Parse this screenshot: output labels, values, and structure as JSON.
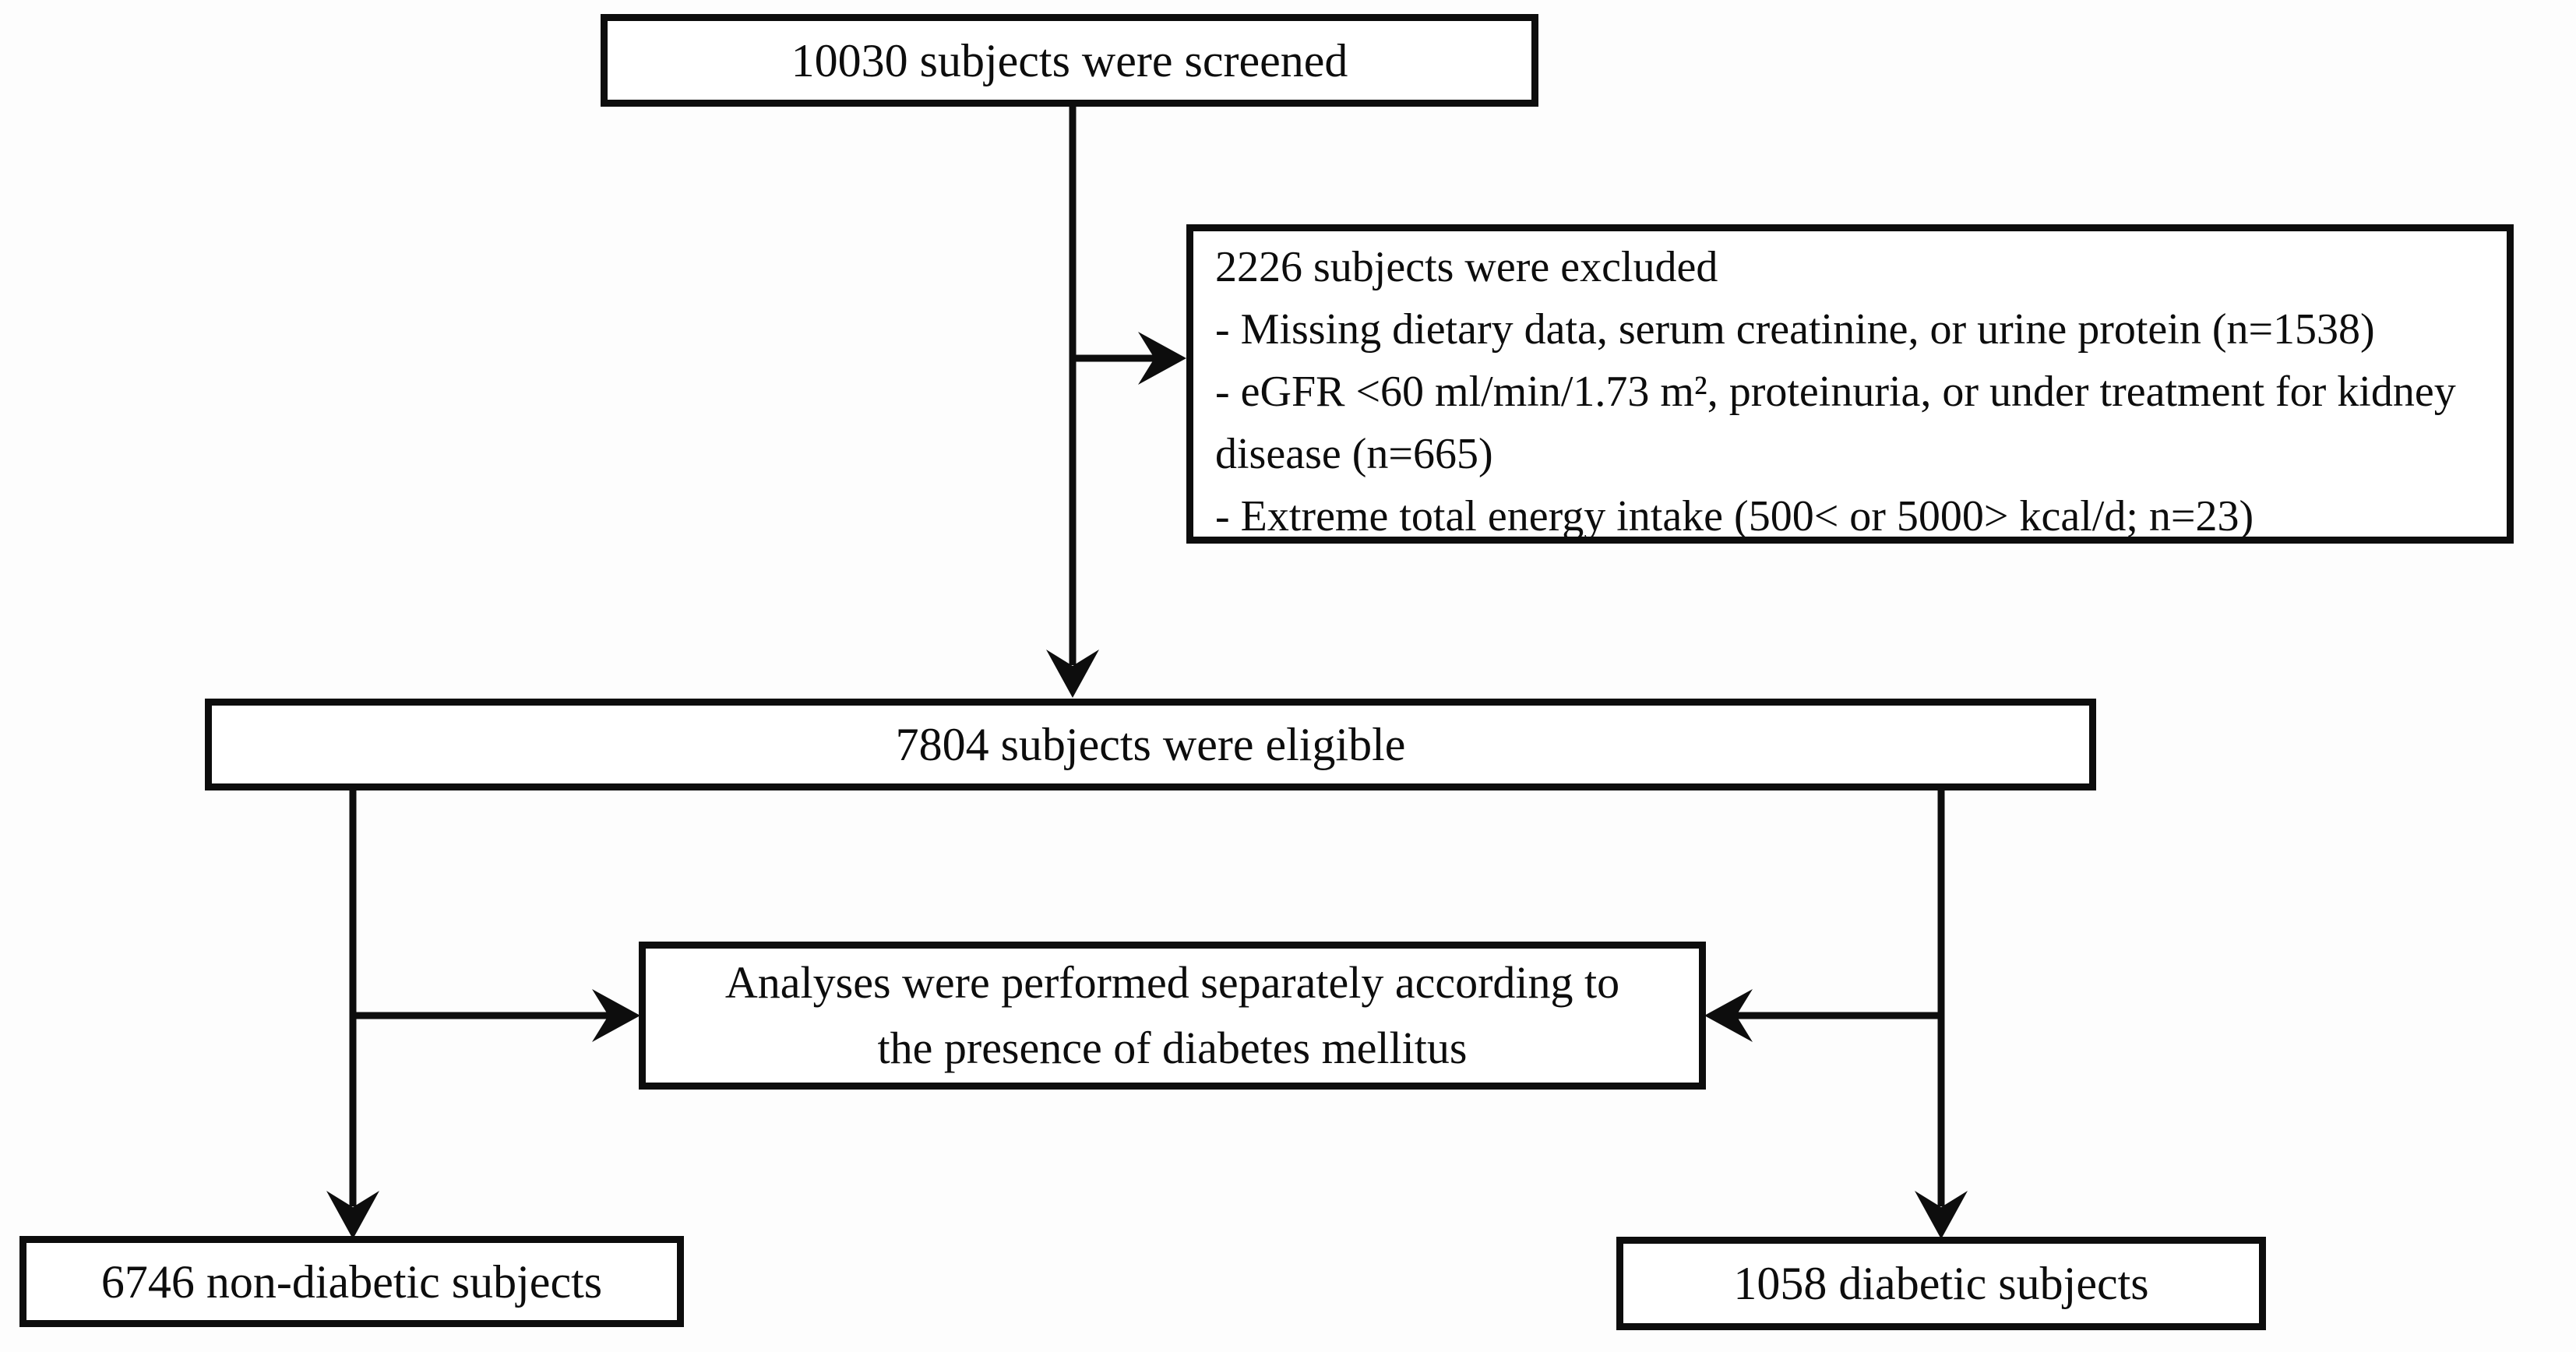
{
  "figure": {
    "type": "flowchart",
    "background_color": "#fdfdfd",
    "line_color": "#0d0d0d",
    "box_fill_color": "#ffffff",
    "nodes": {
      "screened": {
        "label": "10030 subjects were screened"
      },
      "excluded": {
        "title": "2226 subjects were excluded",
        "items": [
          "- Missing dietary data, serum creatinine, or urine protein (n=1538)",
          "- eGFR <60 ml/min/1.73 m², proteinuria, or under treatment for kidney disease (n=665)",
          "- Extreme total energy intake (500< or 5000> kcal/d; n=23)"
        ]
      },
      "eligible": {
        "label": "7804 subjects were eligible"
      },
      "analyses": {
        "line1": "Analyses were performed separately according to",
        "line2": "the presence of diabetes mellitus"
      },
      "non_diabetic": {
        "label": "6746 non-diabetic subjects"
      },
      "diabetic": {
        "label": "1058 diabetic subjects"
      }
    }
  }
}
